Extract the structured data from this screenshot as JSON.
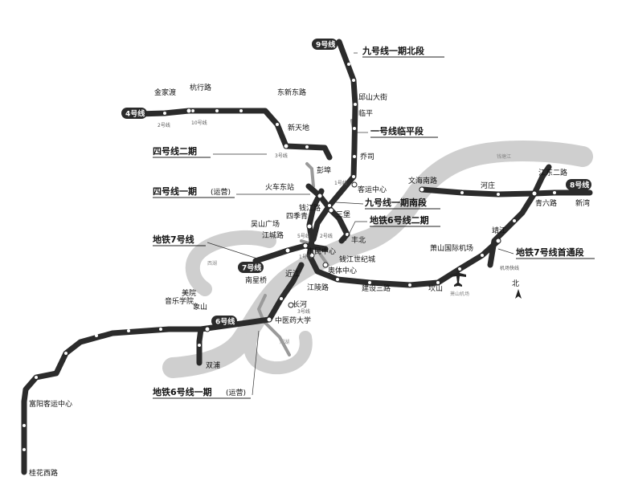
{
  "colors": {
    "line_dark": "#2a2a2a",
    "line_mid": "#6a6a6a",
    "shadow": "#c8c8c8",
    "dot": "#ffffff"
  },
  "badges": {
    "line4": "4号线",
    "line9": "9号线",
    "line7": "7号线",
    "line6": "6号线",
    "line8": "8号线"
  },
  "segments": {
    "l9_north": "九号线一期北段",
    "l1_linping": "一号线临平段",
    "l4_phase2": "四号线二期",
    "l4_phase1": "四号线一期",
    "l4_phase1_note": "(运营)",
    "l9_south": "九号线一期南段",
    "l6_phase2": "地铁6号线二期",
    "l7": "地铁7号线",
    "l7_airport": "地铁7号线首通段",
    "l6_phase1": "地铁6号线一期",
    "l6_phase1_note": "(运营)"
  },
  "stations": {
    "jinjiadu": "金家渡",
    "hangxinglu": "杭行路",
    "dongxindonglu": "东新东路",
    "xintiandi": "新天地",
    "yongshan_dajie": "邱山大街",
    "linping": "临平",
    "qiaosi": "乔司",
    "keyun_zhongxin": "客运中心",
    "pengbu": "彭埠",
    "huochedongzhan": "火车东站",
    "qiangjianglu": "钱江路",
    "sanbao": "三堡",
    "siji_qing": "四季青",
    "wushan_guangchang": "吴山广场",
    "jiangchenglu": "江城路",
    "shiminzhongxin": "市民中心",
    "fengbei": "丰北",
    "qianjiang_shijicheng": "钱江世纪城",
    "aoti_zhongxin": "奥体中心",
    "nanxingqiao": "南星桥",
    "jinjiang": "近江",
    "jianglinglu": "江陵路",
    "changhe": "长河",
    "zhongyiyao_daxue": "中医药大学",
    "jianshe_sanlu": "建设三路",
    "kanshan": "坎山",
    "xiaoshan_airport": "萧山国际机场",
    "jingjiang": "靖江",
    "wenhai_nanlu": "文海南路",
    "hezhuang": "河庄",
    "jiangdong_erlu": "江东二路",
    "qingliulu": "青六路",
    "xinwan": "新湾",
    "yinlexueyuan": "音乐学院",
    "meiyuan": "美院",
    "xiangshan": "象山",
    "shuangpu": "双浦",
    "fuyang_keyun": "富阳客运中心",
    "guihua_xilu": "桂花西路"
  },
  "small_labels": {
    "l2": "2号线",
    "l10": "10号线",
    "l3": "3号线",
    "l1": "1号线",
    "l5": "5号线",
    "l1b": "1号线",
    "l2b": "2号线",
    "l3b": "3号线",
    "airport_line": "机场快线"
  },
  "areas": {
    "xihu": "西湖",
    "xianghu": "湘湖",
    "qiantangjiang": "钱塘江",
    "airport": "萧山机场"
  },
  "compass": "北"
}
